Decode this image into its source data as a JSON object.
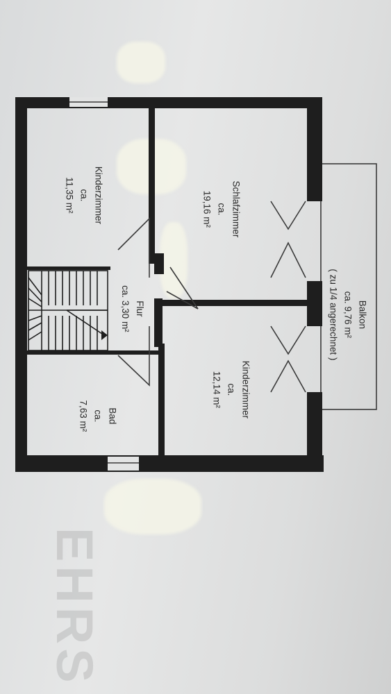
{
  "rooms": [
    {
      "id": "kinderzimmer_1",
      "name": "Kinderzimmer",
      "ca": "ca.",
      "area": "11,35 m²"
    },
    {
      "id": "schlafzimmer",
      "name": "Schlafzimmer",
      "ca": "ca.",
      "area": "19,16 m²"
    },
    {
      "id": "balkon",
      "name": "Balkon",
      "ca_area": "ca. 9,76 m²",
      "note": "( zu 1/4 angerechnet )"
    },
    {
      "id": "flur",
      "name": "Flur",
      "ca_area": "ca. 3,30 m²"
    },
    {
      "id": "kinderzimmer_2",
      "name": "Kinderzimmer",
      "ca": "ca.",
      "area": "12,14 m²"
    },
    {
      "id": "bad",
      "name": "Bad",
      "ca": "ca.",
      "area": "7,63 m²"
    }
  ],
  "watermark": "EHRS",
  "colors": {
    "wall": "#1e1e1e",
    "paper": "#e3e4e4",
    "text": "#2a2a2a"
  }
}
